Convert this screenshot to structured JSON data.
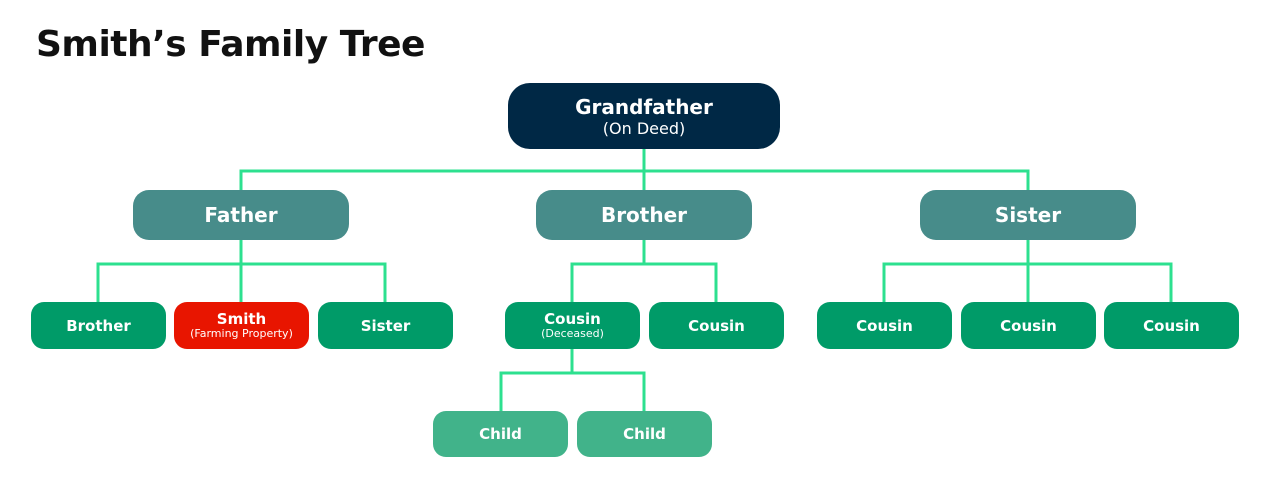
{
  "title": "Smith’s Family Tree",
  "colors": {
    "root": "#002845",
    "level1": "#478C8A",
    "level2": "#009B68",
    "highlight": "#E81500",
    "level3": "#41B38A",
    "connector": "#2DE08F"
  },
  "tree": {
    "root": {
      "label": "Grandfather",
      "sub": "(On Deed)"
    },
    "father": {
      "label": "Father",
      "children": [
        {
          "label": "Brother"
        },
        {
          "label": "Smith",
          "sub": "(Farming Property)"
        },
        {
          "label": "Sister"
        }
      ]
    },
    "brother": {
      "label": "Brother",
      "children": [
        {
          "label": "Cousin",
          "sub": "(Deceased)",
          "children": [
            {
              "label": "Child"
            },
            {
              "label": "Child"
            }
          ]
        },
        {
          "label": "Cousin"
        }
      ]
    },
    "sister": {
      "label": "Sister",
      "children": [
        {
          "label": "Cousin"
        },
        {
          "label": "Cousin"
        },
        {
          "label": "Cousin"
        }
      ]
    }
  }
}
